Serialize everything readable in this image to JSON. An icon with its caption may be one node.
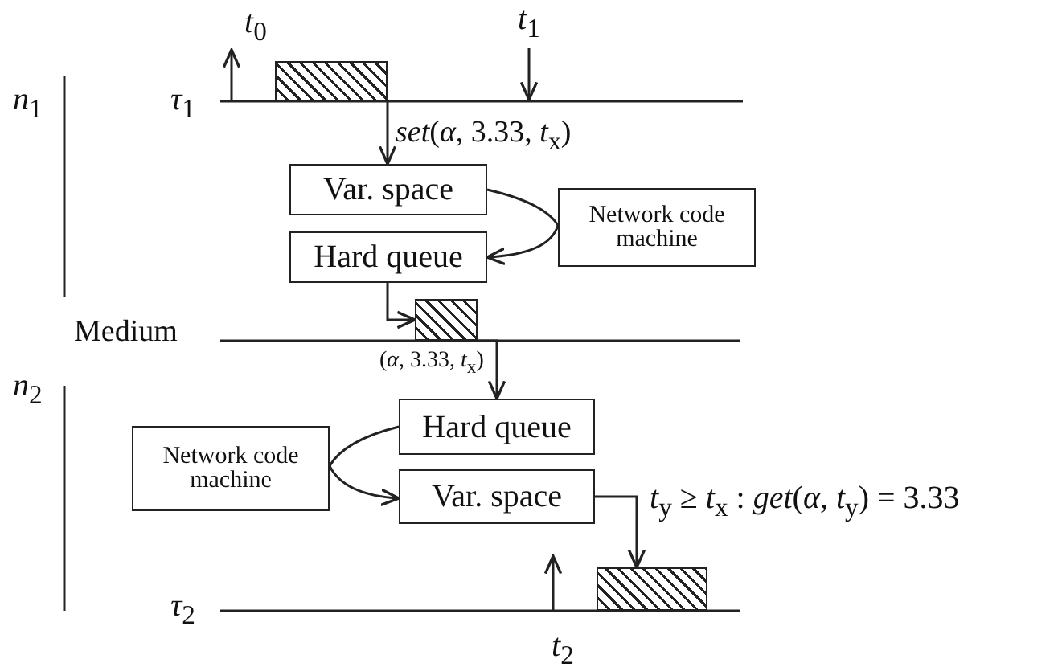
{
  "diagram": {
    "nodes": [
      {
        "text": [
          "Var. space"
        ]
      },
      {
        "text": [
          "Hard queue"
        ]
      },
      {
        "text": [
          "Network code machine"
        ]
      },
      {
        "text": [
          "Hard queue"
        ]
      },
      {
        "text": [
          "Network code machine"
        ]
      },
      {
        "text": [
          "Var. space"
        ]
      },
      {
        "text": [],
        "shape": "bar"
      },
      {
        "text": [],
        "shape": "bar"
      },
      {
        "text": [],
        "shape": "bar"
      }
    ],
    "edges": [
      {
        "from": 6,
        "to": 0,
        "arrow": "to",
        "label": "*set*(*α*, 3.33, *t*$_{x}$)"
      },
      {
        "from": 0,
        "to": 2,
        "arrow": "none"
      },
      {
        "from": 2,
        "to": 1,
        "arrow": "to"
      },
      {
        "from": 1,
        "to": 7,
        "arrow": "to"
      },
      {
        "from": 7,
        "to": 3,
        "arrow": "to",
        "label": "(*α*, 3.33, *t*$_{x}$)"
      },
      {
        "from": 3,
        "to": 4,
        "arrow": "none"
      },
      {
        "from": 4,
        "to": 5,
        "arrow": "to"
      },
      {
        "from": 5,
        "to": 8,
        "arrow": "to",
        "label": "*t*$_{y}$ ≥ *t*$_{x}$ : *get*(*α*, *t*$_{y}$) = 3.33"
      }
    ],
    "labels": [
      "*t*$_{0}$",
      "*t*$_{1}$",
      "*n*$_{1}$",
      "*τ*$_{1}$",
      "Medium",
      "*n*$_{2}$",
      "*τ*$_{2}$",
      "*t*$_{2}$"
    ]
  }
}
